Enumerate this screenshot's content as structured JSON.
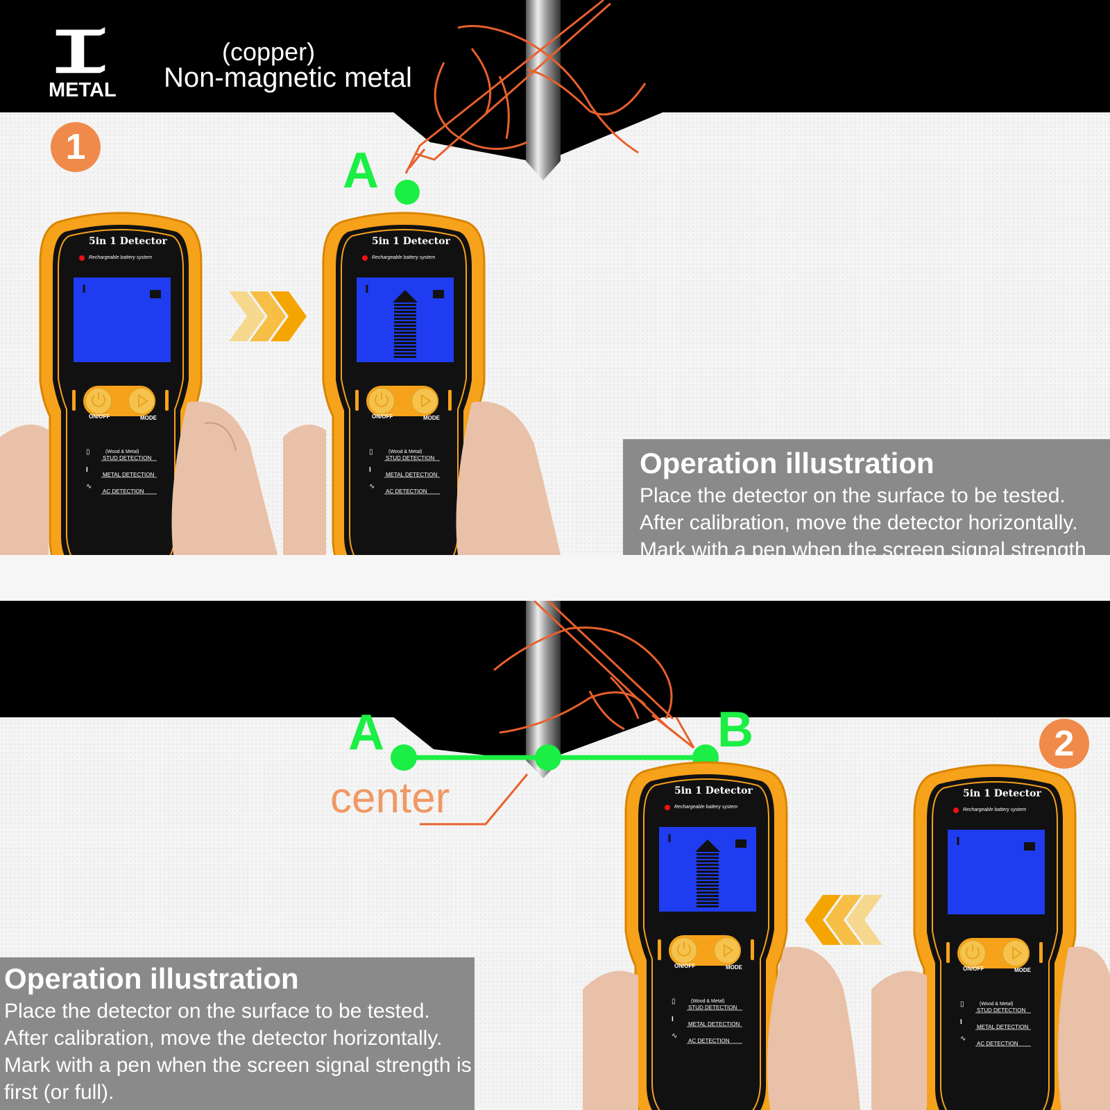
{
  "header": {
    "metal_label": "METAL",
    "copper_label": "(copper)",
    "subtitle": "Non-magnetic metal"
  },
  "steps": [
    {
      "badge": "1",
      "info_title": "Operation illustration",
      "info_text": "Place the detector on the surface to be tested. After calibration, move the detector horizontally. Mark with a pen when the screen signal strength is first (or full).",
      "marker": "A"
    },
    {
      "badge": "2",
      "info_title": "Operation illustration",
      "info_text": "Place the detector on the surface to be tested. After calibration, move the detector horizontally. Mark with a pen when the screen signal strength is first (or full).",
      "marker_a": "A",
      "marker_b": "B",
      "center_label": "center"
    }
  ],
  "device": {
    "title": "5in 1 Detector",
    "battery_note": "Rechargeable battery system",
    "onoff_label": "ON/OFF",
    "mode_label": "MODE",
    "stud_sub": "(Wood & Metal)",
    "stud_label": "STUD DETECTION",
    "metal_label": "METAL DETECTION",
    "ac_label": "AC DETECTION",
    "stud_icon_text": "STUD",
    "metal_icon_text": "METAL",
    "ac_icon_text": "AC"
  },
  "colors": {
    "orange_body": "#f7a21b",
    "lcd_blue": "#1f3cf0",
    "marker_green": "#1bee44",
    "badge_orange": "#f08a4b",
    "pen_orange": "#e8602c",
    "info_gray": "#8a8a8a"
  }
}
